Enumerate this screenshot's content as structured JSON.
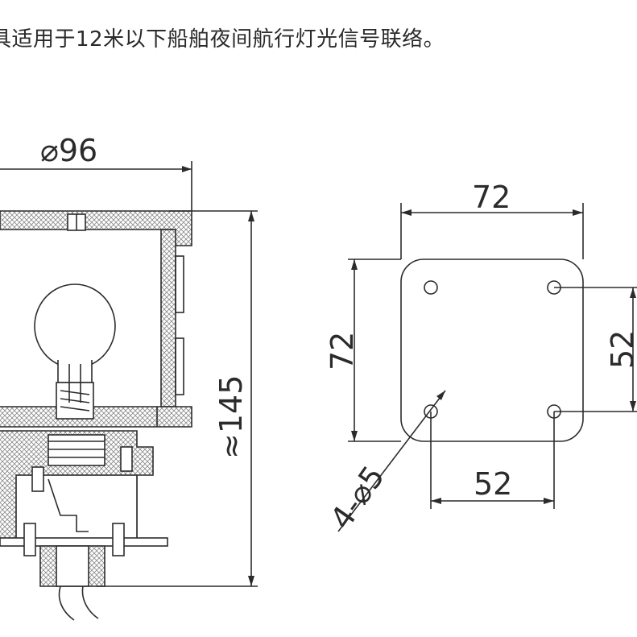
{
  "caption": "具适用于12米以下船舶夜间航行灯光信号联络。",
  "side_view": {
    "diameter_label": "⌀96",
    "height_label": "≈145"
  },
  "base_plate": {
    "width_label": "72",
    "height_label": "72",
    "hole_spacing_vertical_label": "52",
    "hole_spacing_horizontal_label": "52",
    "hole_label": "4-⌀5"
  },
  "colors": {
    "line": "#2b2b2b",
    "hatch": "#9a9a9a",
    "background": "#ffffff"
  }
}
